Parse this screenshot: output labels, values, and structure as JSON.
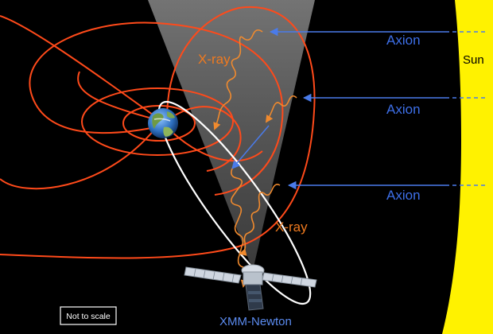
{
  "colors": {
    "background": "#000000",
    "sun": "#FFF200",
    "field_lines": "#FF4A1A",
    "axion_arrow": "#4A7BEA",
    "xray": "#F08A2E",
    "orbit": "#FFFFFF",
    "fov_cone": "#8C8C8C",
    "label_axion": "#3D6FE8",
    "label_xray": "#F07A1F",
    "label_xmm": "#5B8BEF",
    "label_sun": "#000000"
  },
  "labels": {
    "sun": "Sun",
    "axion": [
      "Axion",
      "Axion",
      "Axion"
    ],
    "xray": [
      "X-ray",
      "X-ray"
    ],
    "satellite": "XMM-Newton",
    "scale_note": "Not to scale"
  },
  "icons": {
    "earth": "earth-globe-icon",
    "satellite": "xmm-newton-satellite-icon"
  }
}
